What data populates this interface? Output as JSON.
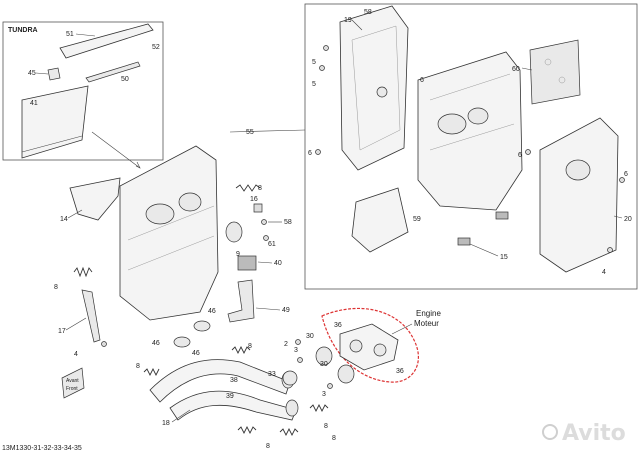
{
  "inset_label": "TUNDRA",
  "engine_label": {
    "line1": "Engine",
    "line2": "Moteur"
  },
  "front_label": {
    "line1": "Avant",
    "line2": "Front"
  },
  "footer_code": "13M1330-31-32-33-34-35",
  "watermark": "Avito",
  "callouts": {
    "c51": "51",
    "c52": "52",
    "c45": "45",
    "c50": "50",
    "c41": "41",
    "c19": "19",
    "c58a": "58",
    "c5a": "5",
    "c5b": "5",
    "c6a": "6",
    "c6b": "6",
    "c60": "60",
    "c55": "55",
    "c14": "14",
    "c8a": "8",
    "c16": "16",
    "c58b": "58",
    "c61": "61",
    "c9": "9",
    "c40": "40",
    "c49": "49",
    "c8b": "8",
    "c17": "17",
    "c4a": "4",
    "c59": "59",
    "c6c": "6",
    "c15": "15",
    "c6d": "6",
    "c20": "20",
    "c4b": "4",
    "c46a": "46",
    "c46b": "46",
    "c36a": "36",
    "c36b": "36",
    "c30a": "30",
    "c30b": "30",
    "c33": "33",
    "c3a": "3",
    "c3b": "3",
    "c2": "2",
    "c38": "38",
    "c39": "39",
    "c8c": "8",
    "c8d": "8",
    "c8e": "8",
    "c8f": "8",
    "c18": "18",
    "c46c": "46",
    "c8g": "8"
  }
}
